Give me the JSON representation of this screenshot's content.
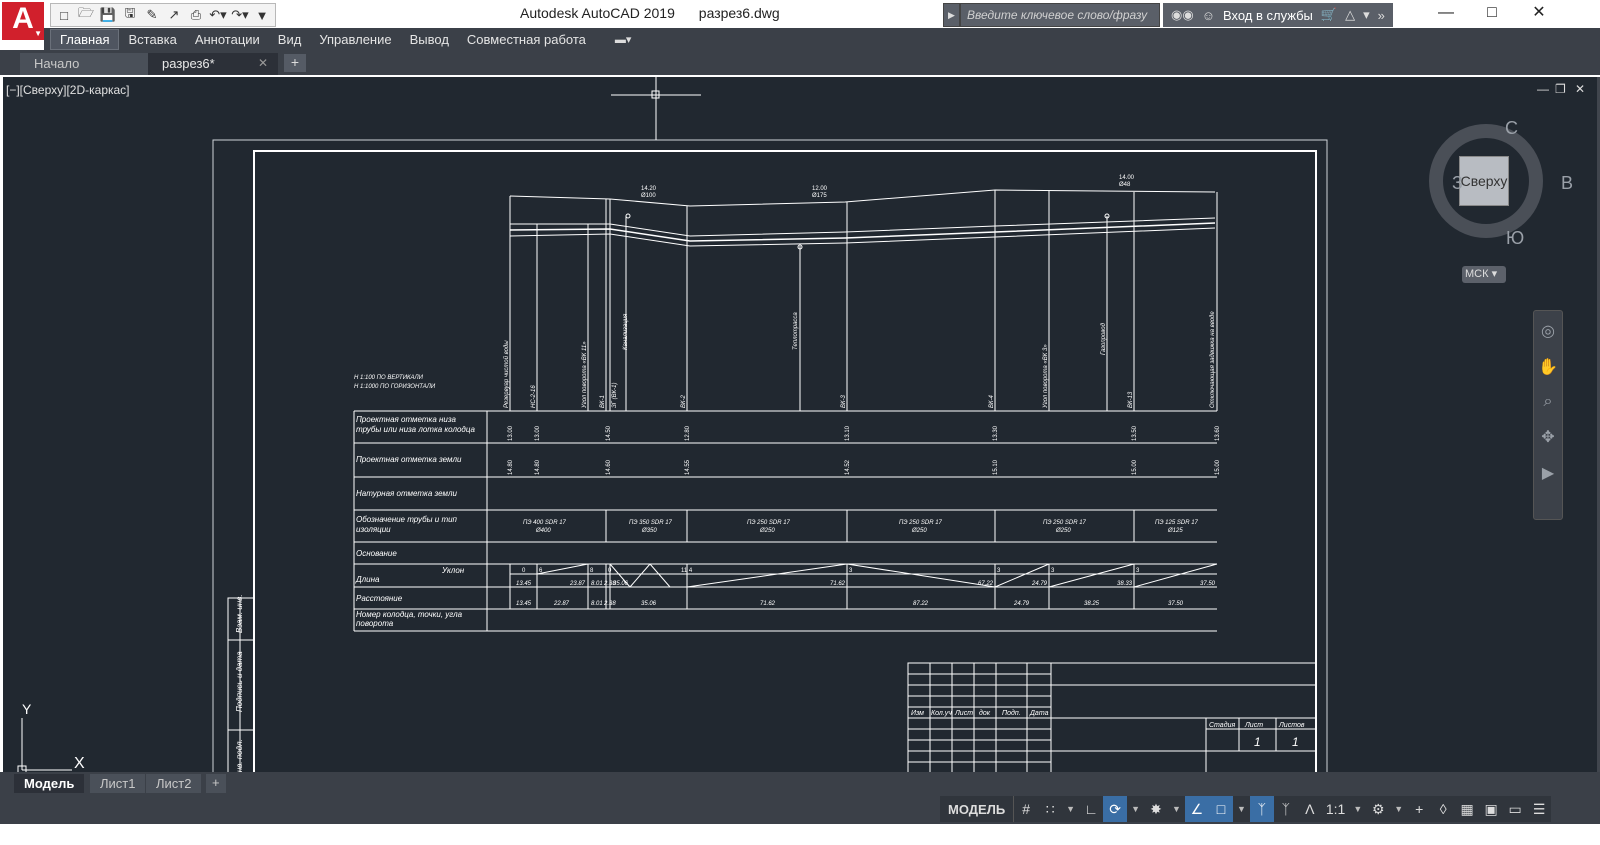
{
  "app": {
    "logo_letter": "A",
    "title": "Autodesk AutoCAD 2019",
    "file": "разрез6.dwg",
    "search_placeholder": "Введите ключевое слово/фразу",
    "signin_label": "Вход в службы"
  },
  "ribbon": {
    "tabs": [
      "Главная",
      "Вставка",
      "Аннотации",
      "Вид",
      "Управление",
      "Вывод",
      "Совместная работа"
    ]
  },
  "doc_tabs": {
    "start": "Начало",
    "active": "разрез6*"
  },
  "viewport": {
    "label": "[−][Сверху][2D-каркас]"
  },
  "viewcube": {
    "face": "Сверху",
    "north": "С",
    "south": "Ю",
    "east": "В",
    "west": "З",
    "wcs": "МСК"
  },
  "ucs": {
    "x": "X",
    "y": "Y"
  },
  "drawing": {
    "scale_notes": [
      "Н 1:100 ПО ВЕРТИКАЛИ",
      "Н 1:1000 ПО ГОРИЗОНТАЛИ"
    ],
    "row_labels": [
      [
        "Проектная отметка низа",
        "трубы или низа лотка колодца"
      ],
      [
        "Проектная отметка земли"
      ],
      [
        "Натурная отметка земли"
      ],
      [
        "Обозначение трубы и тип",
        "изоляции"
      ],
      [
        "Основание"
      ],
      [
        "Уклон"
      ],
      [
        "Длина"
      ],
      [
        "Расстояние"
      ],
      [
        "Номер колодца, точки, угла",
        "поворота"
      ]
    ],
    "station_names": [
      "Резервуар чистой воды",
      "НС-2-16",
      "Угол поворота «ВК 11»",
      "ВК-1",
      "ЗГ (ВК-1)",
      "Канализация",
      "ВК-2",
      "Теплотрасса",
      "ВК-3",
      "ВК-4",
      "Угол поворота «ВК 3»",
      "Газопровод",
      "ВК-13",
      "Отключающая задвижка на вводе"
    ],
    "bottom_elev": [
      "13.00",
      "13.00",
      "14.50",
      "12.80",
      "13.10",
      "13.30",
      "13.50",
      "13.60"
    ],
    "ground_elev": [
      "14.80",
      "14.80",
      "14.60",
      "14.55",
      "14.52",
      "15.10",
      "15.00",
      "15.00"
    ],
    "pipes": [
      [
        "ПЭ 400 SDR 17",
        "Ø400"
      ],
      [
        "ПЭ 350 SDR 17",
        "Ø350"
      ],
      [
        "ПЭ 250 SDR 17",
        "Ø250"
      ],
      [
        "ПЭ 250 SDR 17",
        "Ø250"
      ],
      [
        "ПЭ 250 SDR 17",
        "Ø250"
      ],
      [
        "ПЭ 125 SDR 17",
        "Ø125"
      ]
    ],
    "slope_numbers": [
      "0",
      "6",
      "8",
      "0",
      "11 4",
      "3",
      "3",
      "3",
      "3"
    ],
    "lengths": [
      "13.45",
      "23.87",
      "8.01",
      "2.38",
      "35.06",
      "71.62",
      "67.22",
      "24.79",
      "38.33",
      "37.50"
    ],
    "distances": [
      "13.45",
      "22.87",
      "8.01",
      "2.38",
      "35.06",
      "71.62",
      "87.22",
      "24.79",
      "38.25",
      "37.50"
    ],
    "callouts": [
      [
        "14.20",
        "Ø100"
      ],
      [
        "12.00",
        "Ø175"
      ],
      [
        "14.00",
        "Ø48"
      ]
    ],
    "stamp_headers": [
      "Изм",
      "Кол.уч",
      "Лист",
      "док",
      "Подп.",
      "Дата"
    ],
    "stamp_right": [
      "Стадия",
      "Лист",
      "Листов"
    ],
    "stamp_values": [
      "1",
      "1"
    ],
    "side_labels": [
      "Взам. инв.",
      "Подпись и дата",
      "Инв. подл."
    ]
  },
  "layout_tabs": [
    "Модель",
    "Лист1",
    "Лист2"
  ],
  "status": {
    "model": "МОДЕЛЬ",
    "scale": "1:1"
  }
}
